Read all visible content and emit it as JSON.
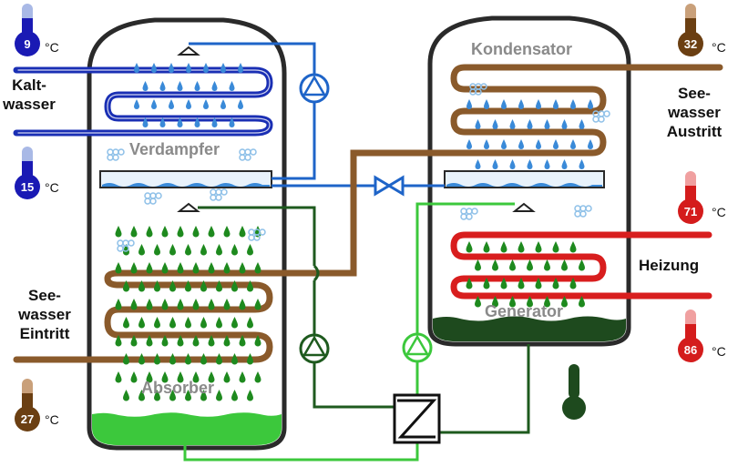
{
  "vessels": {
    "evaporator": "Verdampfer",
    "absorber": "Absorber",
    "condenser": "Kondensator",
    "generator": "Generator"
  },
  "streams": {
    "cold_water": [
      "Kalt-",
      "wasser"
    ],
    "seawater_in": [
      "See-",
      "wasser",
      "Eintritt"
    ],
    "seawater_out": [
      "See-",
      "wasser",
      "Austritt"
    ],
    "heating": "Heizung"
  },
  "thermometers": [
    {
      "id": "cold-in",
      "value": "9",
      "unit": "°C",
      "color": "#1a1ab4"
    },
    {
      "id": "cold-out",
      "value": "15",
      "unit": "°C",
      "color": "#1a1ab4"
    },
    {
      "id": "sea-in",
      "value": "27",
      "unit": "°C",
      "color": "#6b3f12"
    },
    {
      "id": "sea-out",
      "value": "32",
      "unit": "°C",
      "color": "#6b3f12"
    },
    {
      "id": "heat-out",
      "value": "71",
      "unit": "°C",
      "color": "#d41c1c"
    },
    {
      "id": "heat-in",
      "value": "86",
      "unit": "°C",
      "color": "#d41c1c"
    }
  ],
  "colors": {
    "cold_water": "#1a2fb4",
    "seawater": "#8a5a2b",
    "heating": "#d81e1e",
    "refrigerant": "#1e64c8",
    "weak_solution": "#1e5a1e",
    "strong_solution": "#3cc83c"
  },
  "icons": [
    "pump-icon",
    "expansion-valve-icon",
    "heat-exchanger-icon",
    "thermometer-icon"
  ]
}
